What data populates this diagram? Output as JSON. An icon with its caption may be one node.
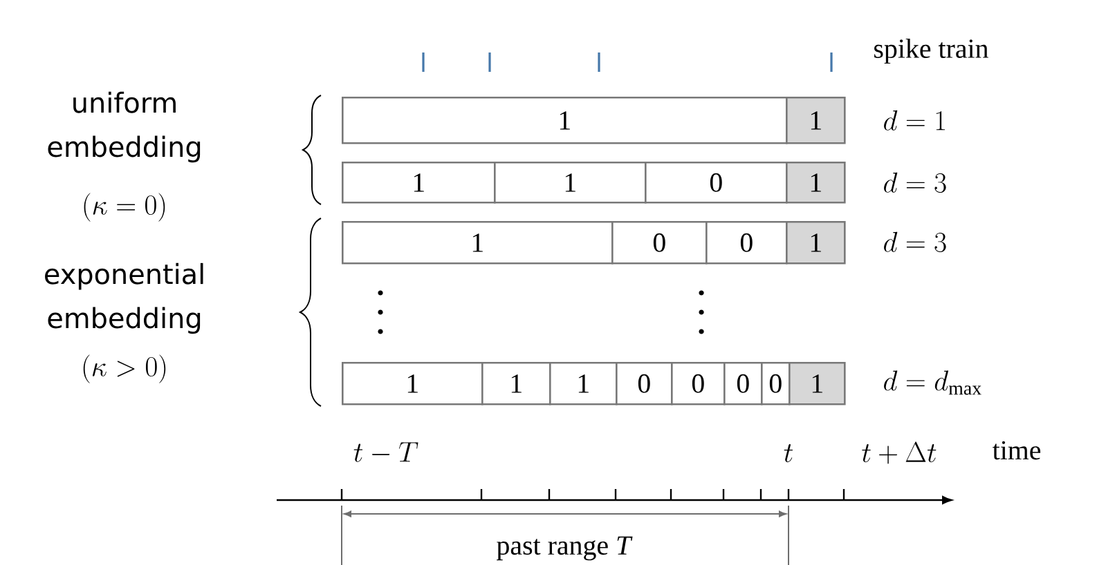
{
  "diagram": {
    "nodes": [
      {
        "text": [
          "1"
        ]
      },
      {
        "text": [
          "1"
        ]
      },
      {
        "text": [
          "1"
        ]
      },
      {
        "text": [
          "1"
        ]
      },
      {
        "text": [
          "0"
        ]
      },
      {
        "text": [
          "1"
        ]
      },
      {
        "text": [
          "1"
        ]
      },
      {
        "text": [
          "0"
        ]
      },
      {
        "text": [
          "0"
        ]
      },
      {
        "text": [
          "1"
        ]
      },
      {
        "text": [
          "1"
        ]
      },
      {
        "text": [
          "1"
        ]
      },
      {
        "text": [
          "1"
        ]
      },
      {
        "text": [
          "0"
        ]
      },
      {
        "text": [
          "0"
        ]
      },
      {
        "text": [
          "0"
        ]
      },
      {
        "text": [
          "0"
        ]
      },
      {
        "text": [
          "1"
        ]
      }
    ],
    "labels": [
      "spike train",
      "uniform embedding",
      "d = 1",
      "(\\kappa = 0)",
      "d = 3",
      "d = 3",
      "exponential embedding",
      "(\\kappa > 0)",
      "d = d_{\\max}",
      "t - T",
      "t",
      "t + \\Delta t",
      "time",
      "past range *T*"
    ]
  }
}
